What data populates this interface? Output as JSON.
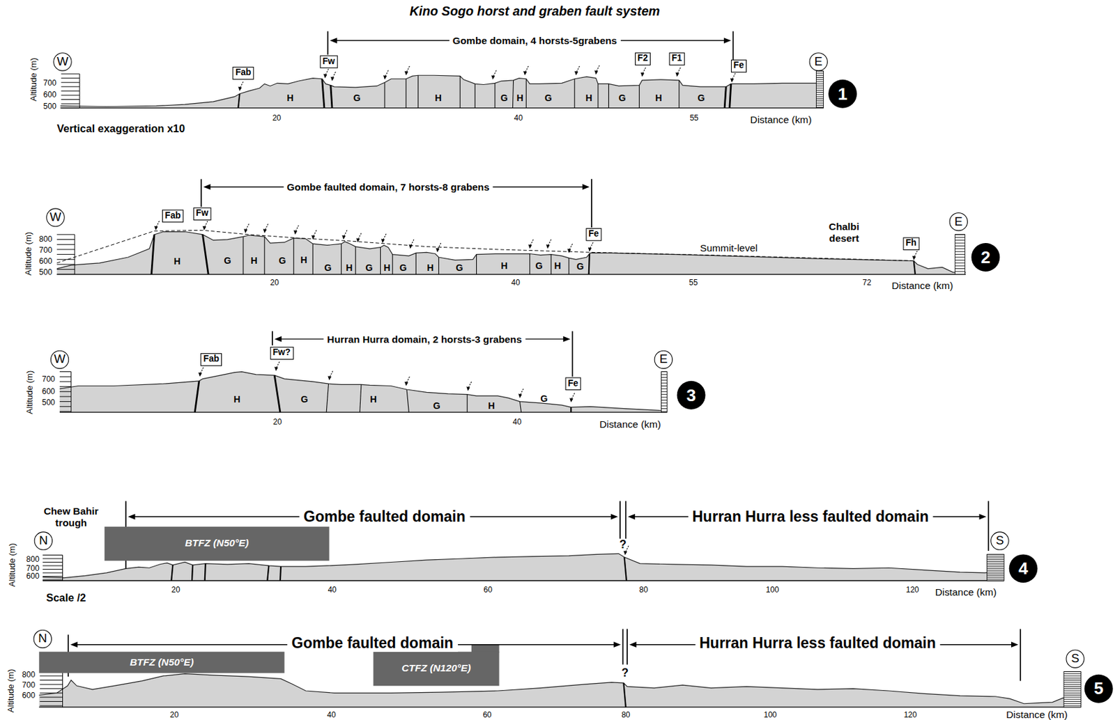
{
  "diagram": {
    "title": "Kino Sogo horst and graben fault system",
    "nodes": [
      {
        "text": [
          "W"
        ]
      },
      {
        "text": [
          "Fab"
        ]
      },
      {
        "text": [
          "Fw"
        ]
      },
      {
        "text": [
          "F2"
        ]
      },
      {
        "text": [
          "F1"
        ]
      },
      {
        "text": [
          "Fe"
        ]
      },
      {
        "text": [
          "E"
        ]
      },
      {
        "text": [
          "1"
        ]
      },
      {
        "text": [
          "W"
        ]
      },
      {
        "text": [
          "Fab"
        ]
      },
      {
        "text": [
          "Fw"
        ]
      },
      {
        "text": [
          "Fe"
        ]
      },
      {
        "text": [
          "Fh"
        ]
      },
      {
        "text": [
          "E"
        ]
      },
      {
        "text": [
          "2"
        ]
      },
      {
        "text": [
          "W"
        ]
      },
      {
        "text": [
          "Fab"
        ]
      },
      {
        "text": [
          "Fw?"
        ]
      },
      {
        "text": [
          "Fe"
        ]
      },
      {
        "text": [
          "E"
        ]
      },
      {
        "text": [
          "3"
        ]
      },
      {
        "text": [
          "N"
        ]
      },
      {
        "text": [
          "BTFZ (N50°E)"
        ]
      },
      {
        "text": [
          "S"
        ]
      },
      {
        "text": [
          "4"
        ]
      },
      {
        "text": [
          "N"
        ]
      },
      {
        "text": [
          "BTFZ (N50°E)"
        ]
      },
      {
        "text": [
          "CTFZ (N120°E)"
        ]
      },
      {
        "text": [
          "S"
        ]
      },
      {
        "text": [
          "5"
        ]
      }
    ],
    "labels": [
      "Gombe domain, 4 horsts-5grabens",
      "Altitude (m)",
      "700",
      "600",
      "500",
      "H",
      "G",
      "H",
      "G",
      "H",
      "G",
      "H",
      "G",
      "H",
      "G",
      "20",
      "40",
      "55",
      "Distance (km)",
      "Vertical exaggeration x10",
      "Gombe faulted domain, 7 horsts-8 grabens",
      "Chalbi desert",
      "Altitude (m)",
      "800",
      "700",
      "600",
      "500",
      "Summit-level",
      "H",
      "G",
      "H",
      "G",
      "H",
      "G",
      "H",
      "G",
      "H",
      "G",
      "H",
      "G",
      "H",
      "G",
      "H",
      "G",
      "20",
      "40",
      "55",
      "72",
      "Distance (km)",
      "Hurran Hurra domain, 2 horsts-3 grabens",
      "Altitude (m)",
      "700",
      "600",
      "500",
      "H",
      "G",
      "H",
      "G",
      "H",
      "G",
      "20",
      "40",
      "Distance (km)",
      "Chew Bahir trough",
      "Gombe faulted domain",
      "Hurran Hurra less faulted domain",
      "?",
      "Altitude (m)",
      "800",
      "700",
      "600",
      "20",
      "40",
      "60",
      "80",
      "100",
      "120",
      "Distance (km)",
      "Scale /2",
      "Gombe faulted domain",
      "Hurran Hurra less faulted domain",
      "?",
      "Altitude (m)",
      "800",
      "700",
      "600",
      "20",
      "40",
      "60",
      "80",
      "100",
      "120",
      "Distance (km)"
    ]
  }
}
